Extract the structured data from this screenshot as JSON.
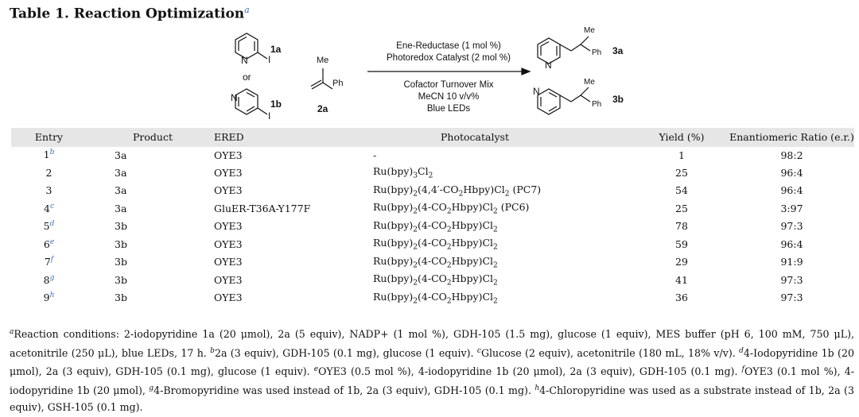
{
  "title": {
    "text": "Table 1. Reaction Optimization",
    "footmark": "a"
  },
  "scheme": {
    "reactant_1a": "1a",
    "or_text": "or",
    "reactant_1b": "1b",
    "reactant_2a": "2a",
    "me_label": "Me",
    "ph_label": "Ph",
    "iodine_label": "I",
    "n_label": "N",
    "condition_top": [
      "Ene-Reductase (1 mol %)",
      "Photoredox Catalyst (2 mol %)"
    ],
    "condition_bottom": [
      "Cofactor Turnover Mix",
      "MeCN 10 v/v%",
      "Blue LEDs"
    ],
    "product_3a": "3a",
    "product_3b": "3b"
  },
  "table": {
    "headers": {
      "entry": "Entry",
      "product": "Product",
      "ered": "ERED",
      "photocatalyst": "Photocatalyst",
      "yield": "Yield (%)",
      "er": "Enantiomeric Ratio (e.r.)"
    },
    "rows": [
      {
        "entry": "1",
        "fn": "b",
        "product": "3a",
        "ered": "OYE3",
        "photo": "-",
        "yield": "1",
        "er": "98:2"
      },
      {
        "entry": "2",
        "fn": "",
        "product": "3a",
        "ered": "OYE3",
        "photo": "Ru(bpy)3Cl2",
        "yield": "25",
        "er": "96:4"
      },
      {
        "entry": "3",
        "fn": "",
        "product": "3a",
        "ered": "OYE3",
        "photo": "Ru(bpy)2(4,4′-CO2Hbpy)Cl2 (PC7)",
        "yield": "54",
        "er": "96:4"
      },
      {
        "entry": "4",
        "fn": "c",
        "product": "3a",
        "ered": "GluER-T36A-Y177F",
        "photo": "Ru(bpy)2(4-CO2Hbpy)Cl2 (PC6)",
        "yield": "25",
        "er": "3:97"
      },
      {
        "entry": "5",
        "fn": "d",
        "product": "3b",
        "ered": "OYE3",
        "photo": "Ru(bpy)2(4-CO2Hbpy)Cl2",
        "yield": "78",
        "er": "97:3"
      },
      {
        "entry": "6",
        "fn": "e",
        "product": "3b",
        "ered": "OYE3",
        "photo": "Ru(bpy)2(4-CO2Hbpy)Cl2",
        "yield": "59",
        "er": "96:4"
      },
      {
        "entry": "7",
        "fn": "f",
        "product": "3b",
        "ered": "OYE3",
        "photo": "Ru(bpy)2(4-CO2Hbpy)Cl2",
        "yield": "29",
        "er": "91:9"
      },
      {
        "entry": "8",
        "fn": "g",
        "product": "3b",
        "ered": "OYE3",
        "photo": "Ru(bpy)2(4-CO2Hbpy)Cl2",
        "yield": "41",
        "er": "97:3"
      },
      {
        "entry": "9",
        "fn": "h",
        "product": "3b",
        "ered": "OYE3",
        "photo": "Ru(bpy)2(4-CO2Hbpy)Cl2",
        "yield": "36",
        "er": "97:3"
      }
    ]
  },
  "footnotes": {
    "a": "Reaction conditions: 2-iodopyridine 1a (20 μmol), 2a (5 equiv), NADP+ (1 mol %), GDH-105 (1.5 mg), glucose (1 equiv), MES buffer (pH 6, 100 mM, 750 μL), acetonitrile (250 μL), blue LEDs, 17 h.",
    "b": "2a (3 equiv), GDH-105 (0.1 mg), glucose (1 equiv).",
    "c": "Glucose (2 equiv), acetonitrile (180 mL, 18% v/v).",
    "d": "4-Iodopyridine 1b (20 μmol), 2a (3 equiv), GDH-105 (0.1 mg), glucose (1 equiv).",
    "e": "OYE3 (0.5 mol %), 4-iodopyridine 1b (20 μmol), 2a (3 equiv), GDH-105 (0.1 mg).",
    "f": "OYE3 (0.1 mol %), 4-iodopyridine 1b (20 μmol),",
    "g": "4-Bromopyridine was used instead of 1b, 2a (3 equiv), GDH-105 (0.1 mg).",
    "h": "4-Chloropyridine was used as a substrate instead of 1b, 2a (3 equiv), GSH-105 (0.1 mg)."
  }
}
